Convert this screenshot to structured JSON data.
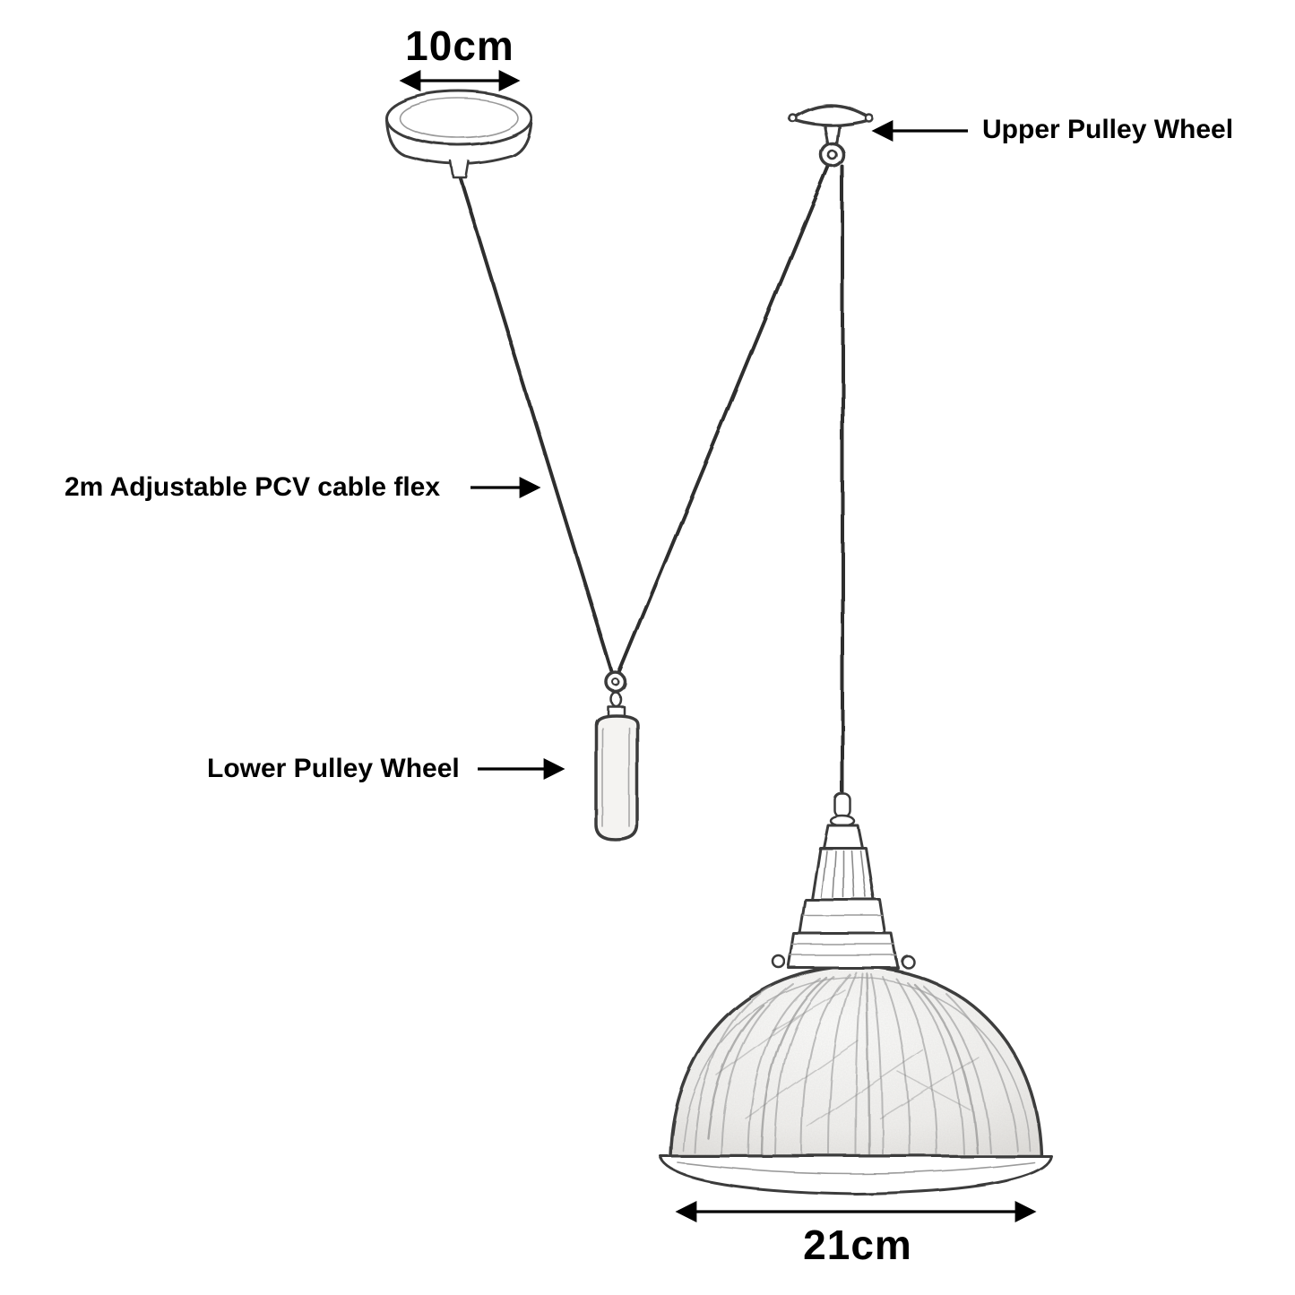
{
  "diagram": {
    "labels": {
      "canopy_width": "10cm",
      "upper_pulley": "Upper Pulley Wheel",
      "cable_flex": "2m Adjustable PCV cable flex",
      "lower_pulley": "Lower Pulley Wheel",
      "shade_width": "21cm"
    },
    "colors": {
      "text": "#000000",
      "sketch_line": "#3a3a3a",
      "arrow": "#000000",
      "background": "#ffffff"
    }
  }
}
